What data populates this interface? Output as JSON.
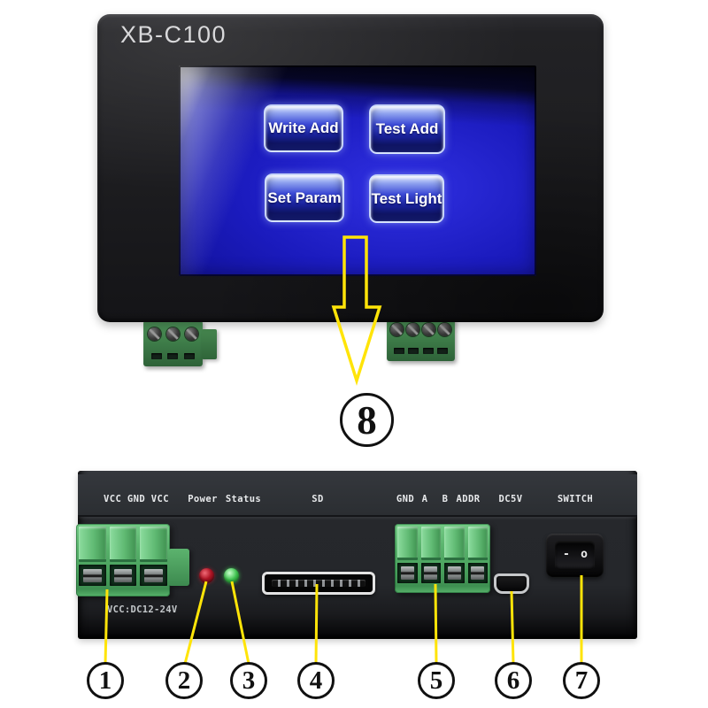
{
  "diagram": {
    "background": "#ffffff",
    "callout_line_color": "#ffe408"
  },
  "top_device": {
    "model": "XB-C100",
    "screen_buttons": [
      {
        "label": "Write Add"
      },
      {
        "label": "Test Add"
      },
      {
        "label": "Set Param"
      },
      {
        "label": "Test Light"
      }
    ]
  },
  "bottom_panel": {
    "labels": {
      "power_terminal": "VCC GND VCC",
      "power_led": "Power",
      "status_led": "Status",
      "sd": "SD",
      "gnd": "GND",
      "a": "A",
      "b": "B",
      "addr": "ADDR",
      "dc5v": "DC5V",
      "switch": "SWITCH"
    },
    "voltage_rating": "VCC:DC12-24V",
    "switch_marks": {
      "on": "-",
      "off": "o"
    }
  },
  "callouts": [
    "1",
    "2",
    "3",
    "4",
    "5",
    "6",
    "7",
    "8"
  ],
  "colors": {
    "screen_blue": "#1b1bbe",
    "terminal_green": "#58b26b",
    "led_red": "#b01525",
    "led_green": "#3fc24f",
    "case_black": "#1d1d20",
    "accent_yellow": "#ffe408"
  }
}
